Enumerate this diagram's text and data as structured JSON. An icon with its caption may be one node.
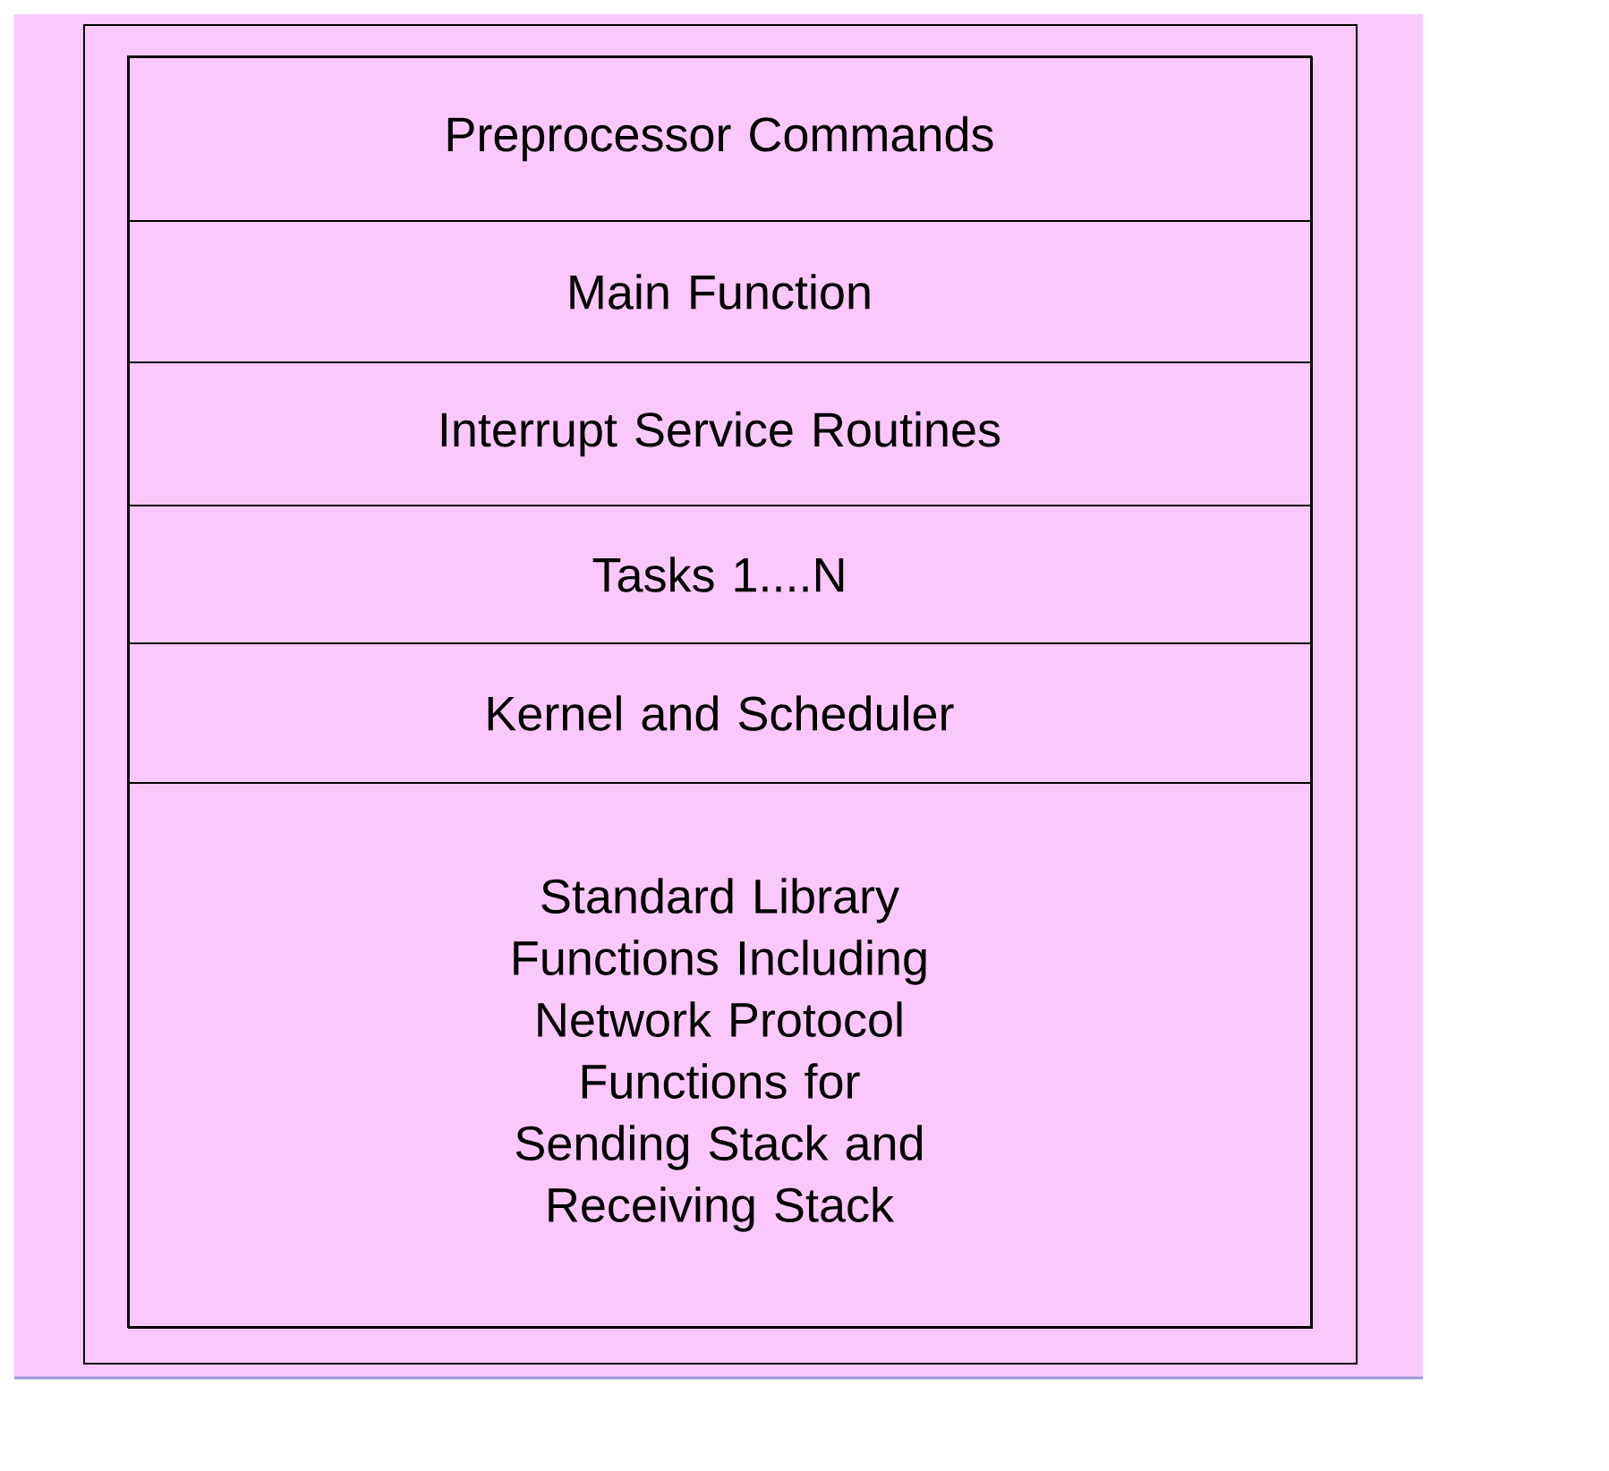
{
  "diagram": {
    "nodes": [
      {
        "text": [],
        "shape": "box"
      },
      {
        "text": [
          "Preprocessor Commands"
        ],
        "in": 0
      },
      {
        "text": [
          "Main Function"
        ],
        "in": 0
      },
      {
        "text": [
          "Interrupt Service Routines"
        ],
        "in": 0
      },
      {
        "text": [
          "Tasks 1....N"
        ],
        "in": 0
      },
      {
        "text": [
          "Kernel and Scheduler"
        ],
        "in": 0
      },
      {
        "text": [
          "Standard Library Functions Including Network Protocol Functions for Sending Stack and Receiving Stack"
        ],
        "in": 0
      }
    ]
  }
}
